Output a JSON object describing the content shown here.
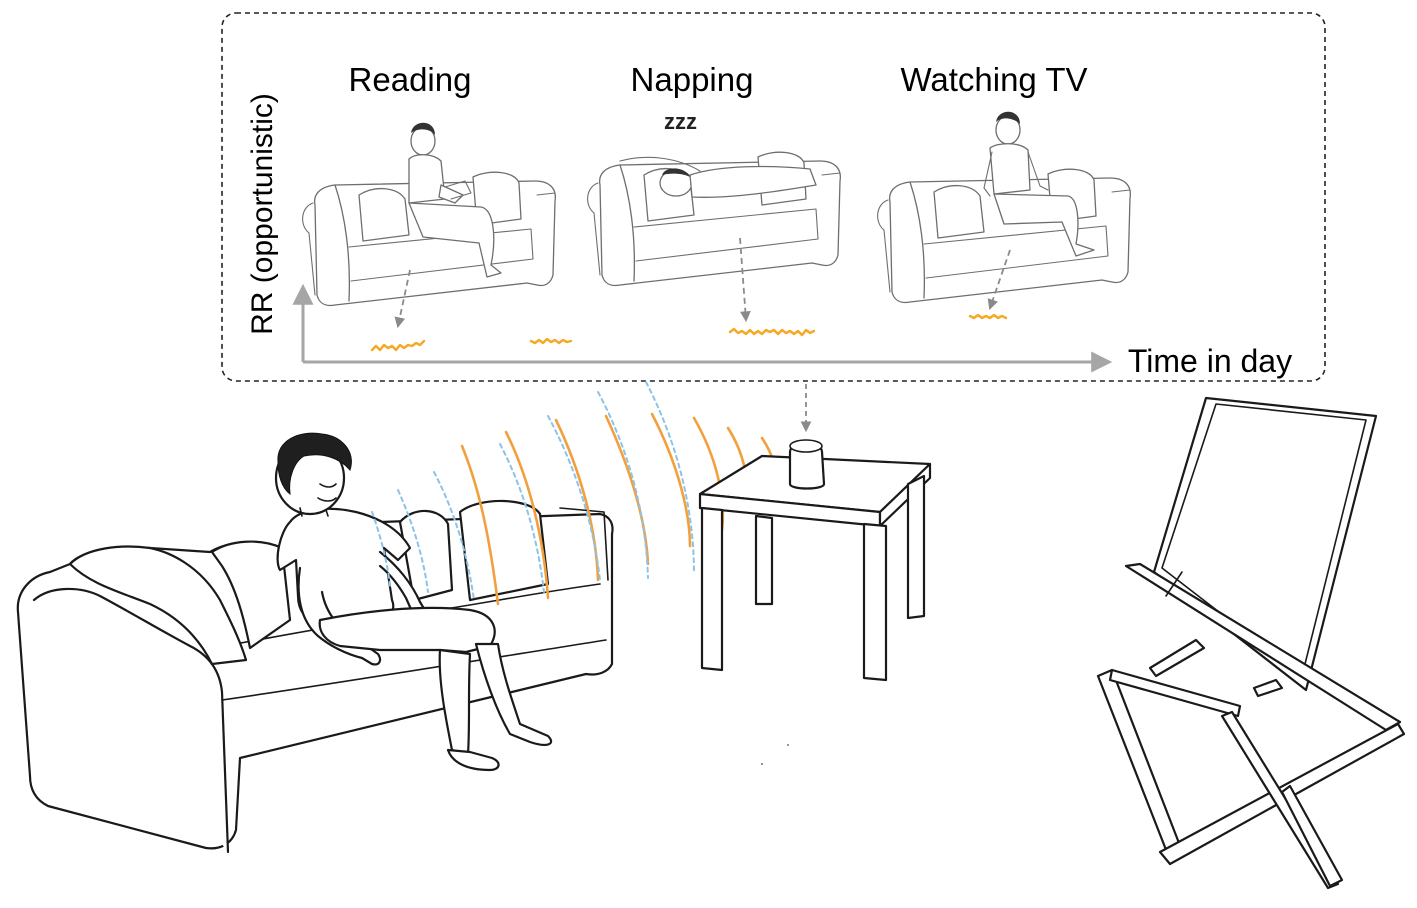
{
  "panel": {
    "y_axis_label": "RR (opportunistic)",
    "x_axis_label": "Time in day"
  },
  "activities": [
    {
      "label": "Reading"
    },
    {
      "label": "Napping"
    },
    {
      "label": "Watching TV"
    }
  ],
  "sleep_icon_text": "zzz",
  "colors": {
    "rr_signal": "#f7a823",
    "radar_wave_orange": "#f2a03d",
    "radar_wave_blue": "#8cc3e8",
    "axis_arrow": "#a6a6a6",
    "panel_border": "#222222",
    "pointer_arrow": "#8a8a8a"
  },
  "icons": [
    "person-on-sofa",
    "sofa",
    "side-table",
    "smart-speaker",
    "television",
    "radar-waves"
  ]
}
